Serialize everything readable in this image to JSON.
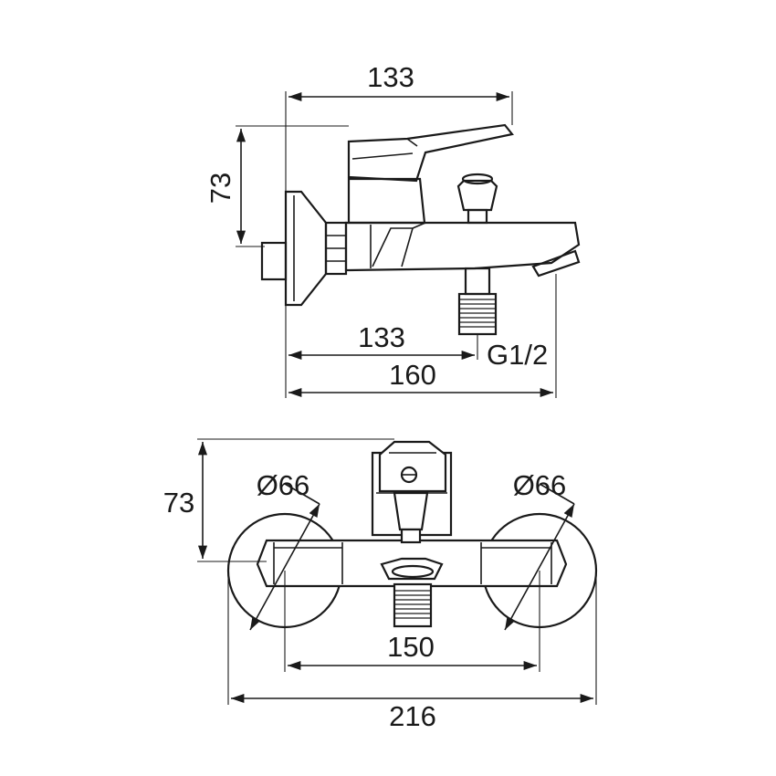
{
  "colors": {
    "line": "#1a1a1a",
    "background": "#ffffff"
  },
  "side_view": {
    "dims": {
      "top_width": "133",
      "height": "73",
      "spout_to_outlet": "133",
      "thread": "G1/2",
      "overall_length": "160"
    }
  },
  "front_view": {
    "dims": {
      "height": "73",
      "flange_left": "Ø66",
      "flange_right": "Ø66",
      "center_distance": "150",
      "overall_width": "216"
    }
  }
}
